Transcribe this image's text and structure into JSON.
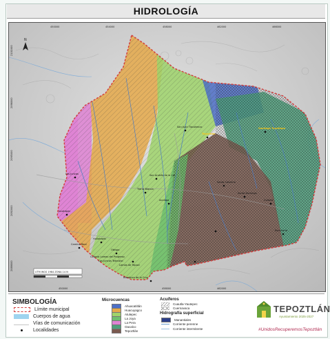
{
  "title": "HIDROLOGÍA",
  "top_coords": [
    "450000",
    "454000",
    "458000",
    "462000",
    "466000"
  ],
  "left_coords": [
    "2101000",
    "2098000",
    "2095000",
    "2092000",
    "2089000"
  ],
  "bottom_coords": [
    "450000",
    "458000",
    "462000"
  ],
  "utm_label": "UTM WGS 1984 ZONA 14 N",
  "localities": [
    {
      "name": "San Juan Tlacotenco",
      "hl": false
    },
    {
      "name": "Tepoztlán",
      "hl": true
    },
    {
      "name": "Santiago Tepetlapa",
      "hl": true
    },
    {
      "name": "San Andrés de la Cal",
      "hl": false
    },
    {
      "name": "Santa Catarina",
      "hl": false
    },
    {
      "name": "Santo Domingo",
      "hl": false
    },
    {
      "name": "Colonia",
      "hl": false
    },
    {
      "name": "Tierra Blanca",
      "hl": false
    },
    {
      "name": "Los Juncos",
      "hl": false
    },
    {
      "name": "Ixcatepec",
      "hl": false
    },
    {
      "name": "Huilotepec",
      "hl": false
    },
    {
      "name": "Camino Real",
      "hl": false
    },
    {
      "name": "Obispo",
      "hl": false
    },
    {
      "name": "Lomas de Tepozi",
      "hl": false
    },
    {
      "name": "Acolapa",
      "hl": false
    },
    {
      "name": "Colonia Lomas del Progreso",
      "hl": false
    },
    {
      "name": "Los Juncos Tetzcotzi",
      "hl": false
    },
    {
      "name": "Bocatuco de la Cruz",
      "hl": false
    },
    {
      "name": "Ranchería",
      "hl": false
    }
  ],
  "legend": {
    "title": "SIMBOLOGÍA",
    "items": [
      {
        "label": "Límite municipal",
        "color": "#d23a3a"
      },
      {
        "label": "Cuerpos de agua",
        "color": "#9fd4ef"
      },
      {
        "label": "Vías de comunicación",
        "color": "#c5c5c5"
      },
      {
        "label": "Localidades",
        "color": "#111111"
      }
    ]
  },
  "microcuencas": {
    "title": "Microcuencas",
    "items": [
      {
        "label": "Ahuacatitlán",
        "color": "#4d6fc7"
      },
      {
        "label": "Huacuyagco",
        "color": "#e5a94a"
      },
      {
        "label": "Atulepec",
        "color": "#9fd46b"
      },
      {
        "label": "La Joya",
        "color": "#6fbf6f"
      },
      {
        "label": "La Pera",
        "color": "#df83d4"
      },
      {
        "label": "Oacalco",
        "color": "#4fa07c"
      },
      {
        "label": "Tepoztlán",
        "color": "#7a5a4f"
      }
    ]
  },
  "acuiferos": {
    "title": "Acuíferos",
    "items": [
      {
        "label": "Cuautla-Yautepec",
        "pattern": "hatch"
      },
      {
        "label": "Cuernavaca",
        "pattern": "cross"
      }
    ]
  },
  "hidrografia": {
    "title": "Hidrografía superficial",
    "items": [
      {
        "label": "Manantiales",
        "color": "#2c3f8a"
      },
      {
        "label": "Corriente perenne",
        "color": "#6a9fd0"
      },
      {
        "label": "Corriente intermitente",
        "color": "#9ac0e0"
      }
    ]
  },
  "branding": {
    "name": "TEPOZTLÁN",
    "subtitle": "Ayuntamiento 2025-2027",
    "hashtag": "#UnidosRecuperemosTepoztlán"
  }
}
